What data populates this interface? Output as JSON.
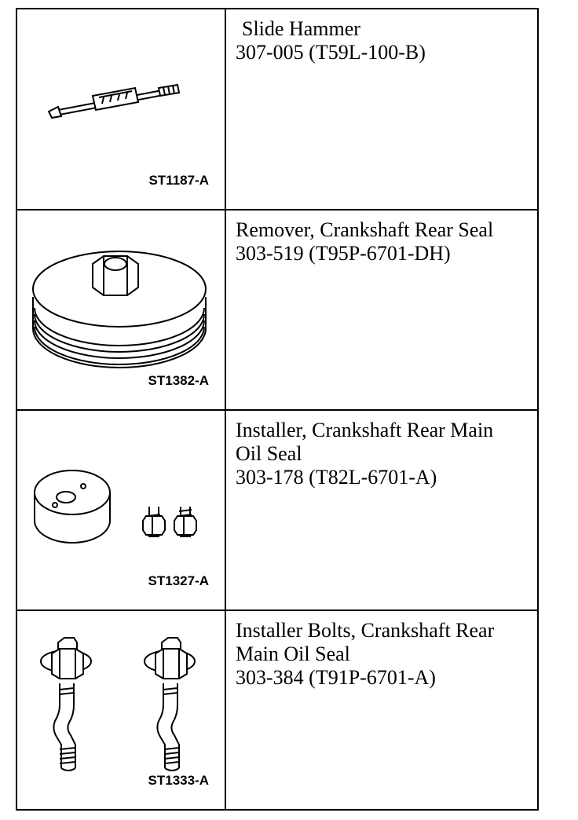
{
  "tools": [
    {
      "figure_id": "ST1187-A",
      "name": "Slide Hammer",
      "number": "307-005 (T59L-100-B)",
      "illustration": "slide-hammer-icon"
    },
    {
      "figure_id": "ST1382-A",
      "name": "Remover, Crankshaft Rear Seal",
      "number": "303-519 (T95P-6701-DH)",
      "illustration": "seal-remover-icon"
    },
    {
      "figure_id": "ST1327-A",
      "name_line1": "Installer, Crankshaft Rear Main",
      "name_line2": "Oil Seal",
      "number": "303-178 (T82L-6701-A)",
      "illustration": "seal-installer-icon"
    },
    {
      "figure_id": "ST1333-A",
      "name_line1": "Installer Bolts, Crankshaft Rear",
      "name_line2": "Main Oil Seal",
      "number": "303-384 (T91P-6701-A)",
      "illustration": "installer-bolts-icon"
    }
  ]
}
